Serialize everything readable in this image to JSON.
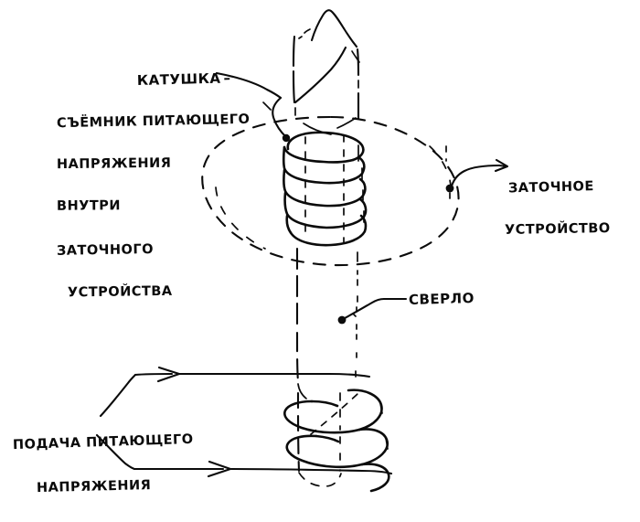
{
  "document": {
    "kind": "hand-drawn-sketch",
    "title": "Съёмник питающего напряжения внутри заточного устройства",
    "background_color": "#ffffff",
    "ink_color": "#0b0b0b"
  },
  "labels": {
    "coil": {
      "text": "КАТУШКА",
      "dash": "–",
      "leader": "from text right edge, horizontal then diagonal down to dot on upper coil"
    },
    "pickup": {
      "line1": "СЪЁМНИК ПИТАЮЩЕГО",
      "line2": "НАПРЯЖЕНИЯ",
      "line3": "ВНУТРИ",
      "line4": "ЗАТОЧНОГО",
      "line5": "УСТРОЙСТВА"
    },
    "device": {
      "line1": "ЗАТОЧНОЕ",
      "line2": "УСТРОЙСТВО",
      "leader": "arrow pointing right from dot on dashed housing outline"
    },
    "drill": {
      "text": "СВЕРЛО",
      "leader": "line from dot on drill shaft, bends right to text"
    },
    "supply": {
      "line1": "ПОДАЧА ПИТАЮЩЕГО",
      "line2": "НАПРЯЖЕНИЯ",
      "arrows": 2,
      "arrow_direction": "right"
    }
  },
  "drawing": {
    "parts": [
      {
        "name": "drill-bit",
        "description": "vertical cylindrical shaft with conical chisel point at top, sketched with broken lines"
      },
      {
        "name": "upper-coil",
        "description": "tight helical coil of 5 turns wound around the drill shaft inside the housing"
      },
      {
        "name": "housing-outline",
        "description": "large dashed ellipse representing the sharpening device body"
      },
      {
        "name": "lower-coil",
        "description": "loose helical coil of 3 large turns around the lower shaft, outside the housing"
      },
      {
        "name": "supply-leads",
        "description": "two horizontal lead wires entering the lower coil from the left"
      }
    ]
  }
}
